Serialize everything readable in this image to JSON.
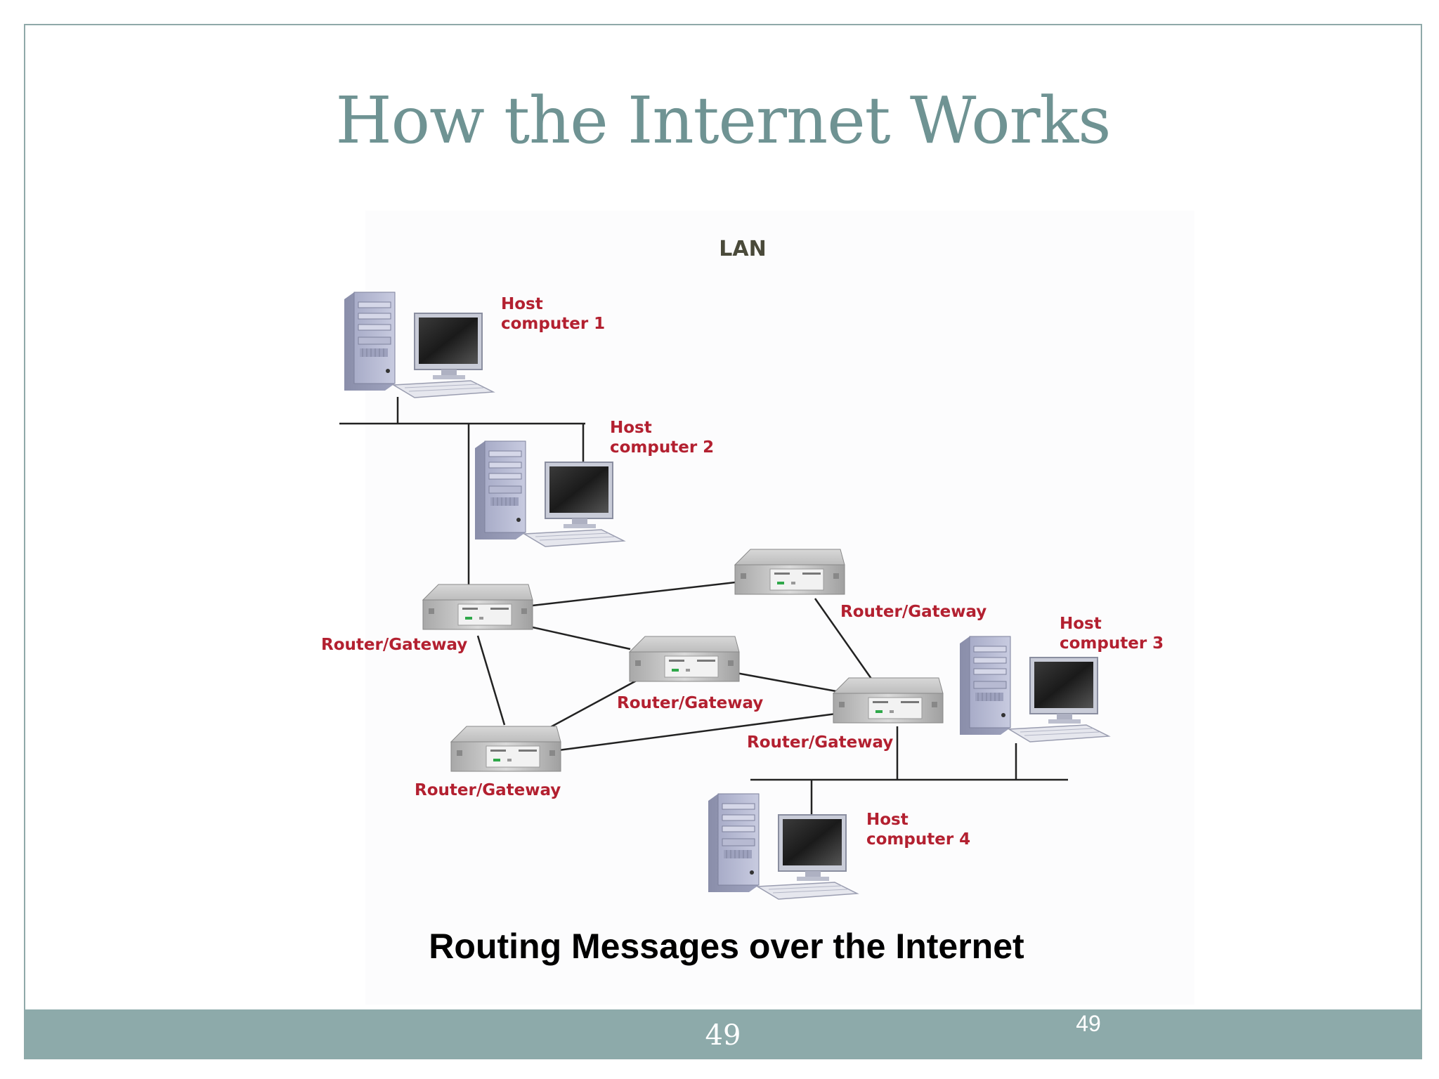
{
  "slide": {
    "title": "How the Internet Works",
    "caption": "Routing Messages over the Internet",
    "page_number": "49",
    "page_number_small": "49"
  },
  "diagram": {
    "lan_label": "LAN",
    "hosts": [
      {
        "line1": "Host",
        "line2": "computer 1"
      },
      {
        "line1": "Host",
        "line2": "computer 2"
      },
      {
        "line1": "Host",
        "line2": "computer 3"
      },
      {
        "line1": "Host",
        "line2": "computer 4"
      }
    ],
    "router_label": "Router/Gateway",
    "colors": {
      "label_red": "#b32030",
      "title_teal": "#6f9393",
      "footer_teal": "#8daaaa",
      "link_line": "#222222"
    },
    "icons": [
      "desktop-computer-icon",
      "router-gateway-icon"
    ]
  }
}
